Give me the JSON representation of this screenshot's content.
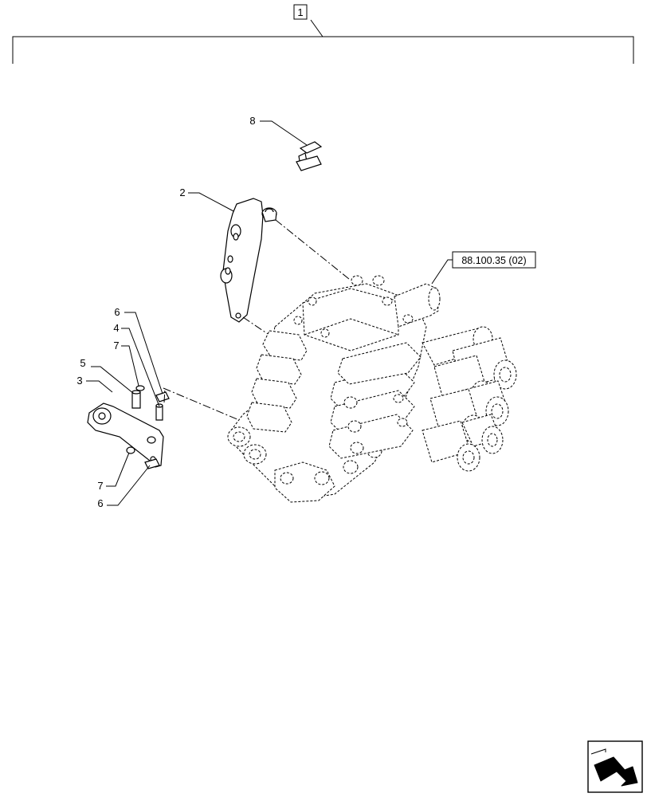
{
  "assembly_callout": "1",
  "reference_label": "88.100.35 (02)",
  "callouts": {
    "c8": "8",
    "c2": "2",
    "c6_top": "6",
    "c4": "4",
    "c7_top": "7",
    "c5": "5",
    "c3": "3",
    "c7_bottom": "7",
    "c6_bottom": "6"
  },
  "nav_icon": "next-page-arrow-icon"
}
